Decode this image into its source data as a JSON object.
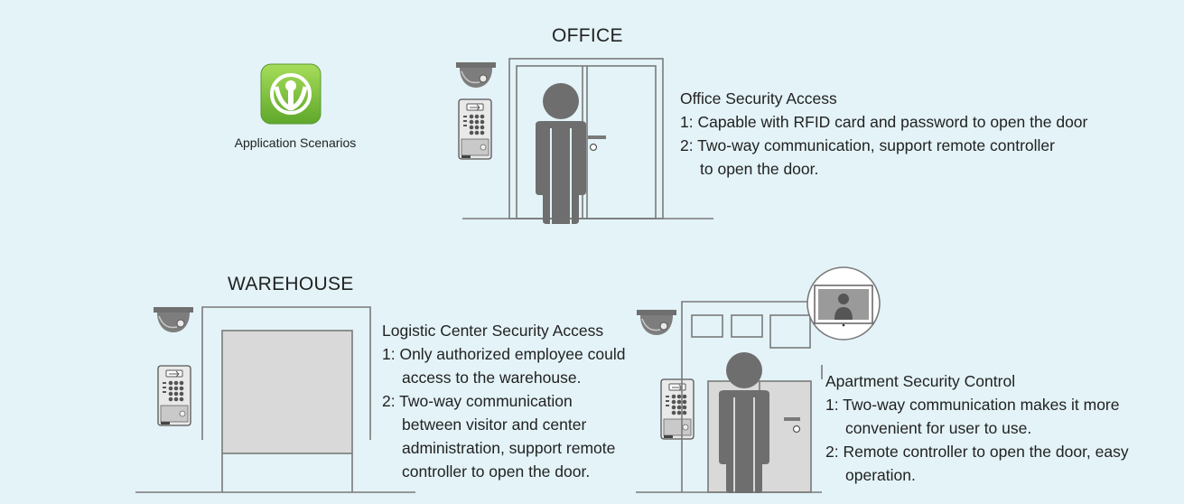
{
  "app": {
    "icon_name": "wikimedia-style-icon",
    "label": "Application Scenarios",
    "accent": "#7cc242"
  },
  "office": {
    "title": "OFFICE",
    "heading": "Office Security Access",
    "line1": "1: Capable with RFID card and password to open the door",
    "line2a": "2: Two-way communication, support remote controller",
    "line2b": "to open the door."
  },
  "warehouse": {
    "title": "WAREHOUSE",
    "heading": "Logistic Center Security Access",
    "line1a": "1: Only authorized employee could",
    "line1b": "access to the warehouse.",
    "line2a": "2: Two-way communication",
    "line2b": "between visitor and center",
    "line2c": "administration, support remote",
    "line2d": "controller to open the door."
  },
  "apartment": {
    "heading": "Apartment Security Control",
    "line1a": "1: Two-way communication makes it more",
    "line1b": "convenient for user to use.",
    "line2a": "2: Remote controller to open the door, easy",
    "line2b": "operation."
  },
  "colors": {
    "background": "#e3f3f8",
    "line": "#8a8a8a",
    "person": "#6e6e6e",
    "panel": "#d9d9d9"
  }
}
